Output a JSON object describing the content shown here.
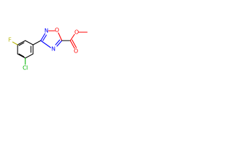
{
  "molecule": {
    "atoms": {
      "fluorine": {
        "symbol": "F",
        "color": "#b3b300"
      },
      "chlorine": {
        "symbol": "Cl",
        "color": "#00b300"
      },
      "ring_n2": {
        "symbol": "N",
        "color": "#0000ff"
      },
      "ring_o1": {
        "symbol": "O",
        "color": "#ff0000"
      },
      "ring_n4": {
        "symbol": "N",
        "color": "#0000ff"
      },
      "ester_o_single": {
        "symbol": "O",
        "color": "#ff0000"
      },
      "ester_o_double": {
        "symbol": "O",
        "color": "#ff0000"
      }
    },
    "bond_color": "#000000"
  }
}
